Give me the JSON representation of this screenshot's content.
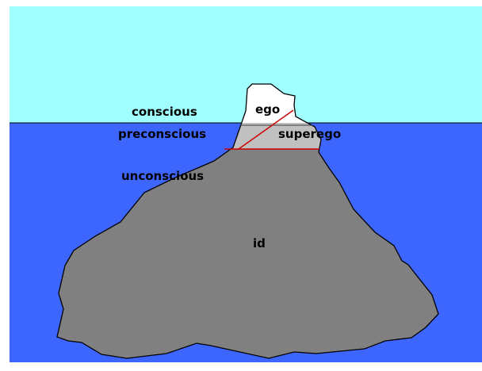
{
  "diagram": {
    "labels": {
      "conscious": "conscious",
      "preconscious": "preconscious",
      "unconscious": "unconscious",
      "ego": "ego",
      "superego": "superego",
      "id": "id"
    },
    "colors": {
      "sky": "#a0ffff",
      "water": "#3d66ff",
      "tip": "#ffffff",
      "band": "#c0c0c0",
      "body": "#808080",
      "outline": "#000000",
      "divider": "#cc0000"
    }
  }
}
